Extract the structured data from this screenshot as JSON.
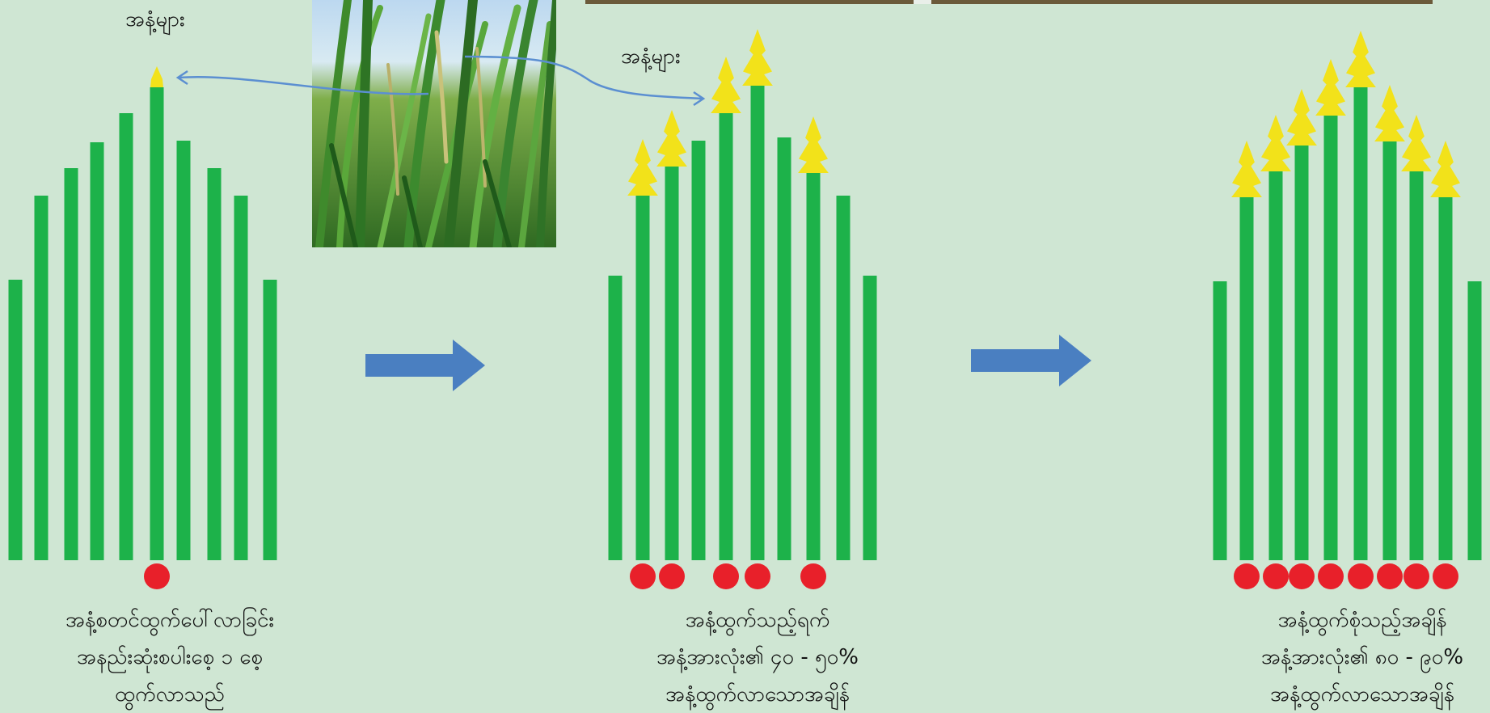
{
  "labels": {
    "panicle_left": "အနံ့များ",
    "panicle_mid": "အနံ့များ"
  },
  "captions": {
    "stage1": [
      "အနံ့စတင်ထွက်ပေါ်လာခြင်း",
      "အနည်းဆုံးစပါးစေ့ ၁ စေ့",
      "ထွက်လာသည်"
    ],
    "stage2": [
      "အနံ့ထွက်သည့်ရက်",
      "အနံ့အားလုံး၏ ၄၀ - ၅၀%",
      "အနံ့ထွက်လာသောအချိန်"
    ],
    "stage3": [
      "အနံ့ထွက်စုံသည့်အချိန်",
      "အနံ့အားလုံး၏ ၈၀ - ၉၀%",
      "အနံ့ထွက်လာသောအချိန်"
    ]
  },
  "colors": {
    "background": "#cfe6d3",
    "stem": "#1db24a",
    "panicle": "#f2e21a",
    "dot": "#e8202a",
    "arrow": "#4a7fc1",
    "pointer": "#5b8fd1"
  },
  "icons": {
    "stage_arrow": "arrow-right-icon",
    "photo": "rice-field-photo"
  }
}
